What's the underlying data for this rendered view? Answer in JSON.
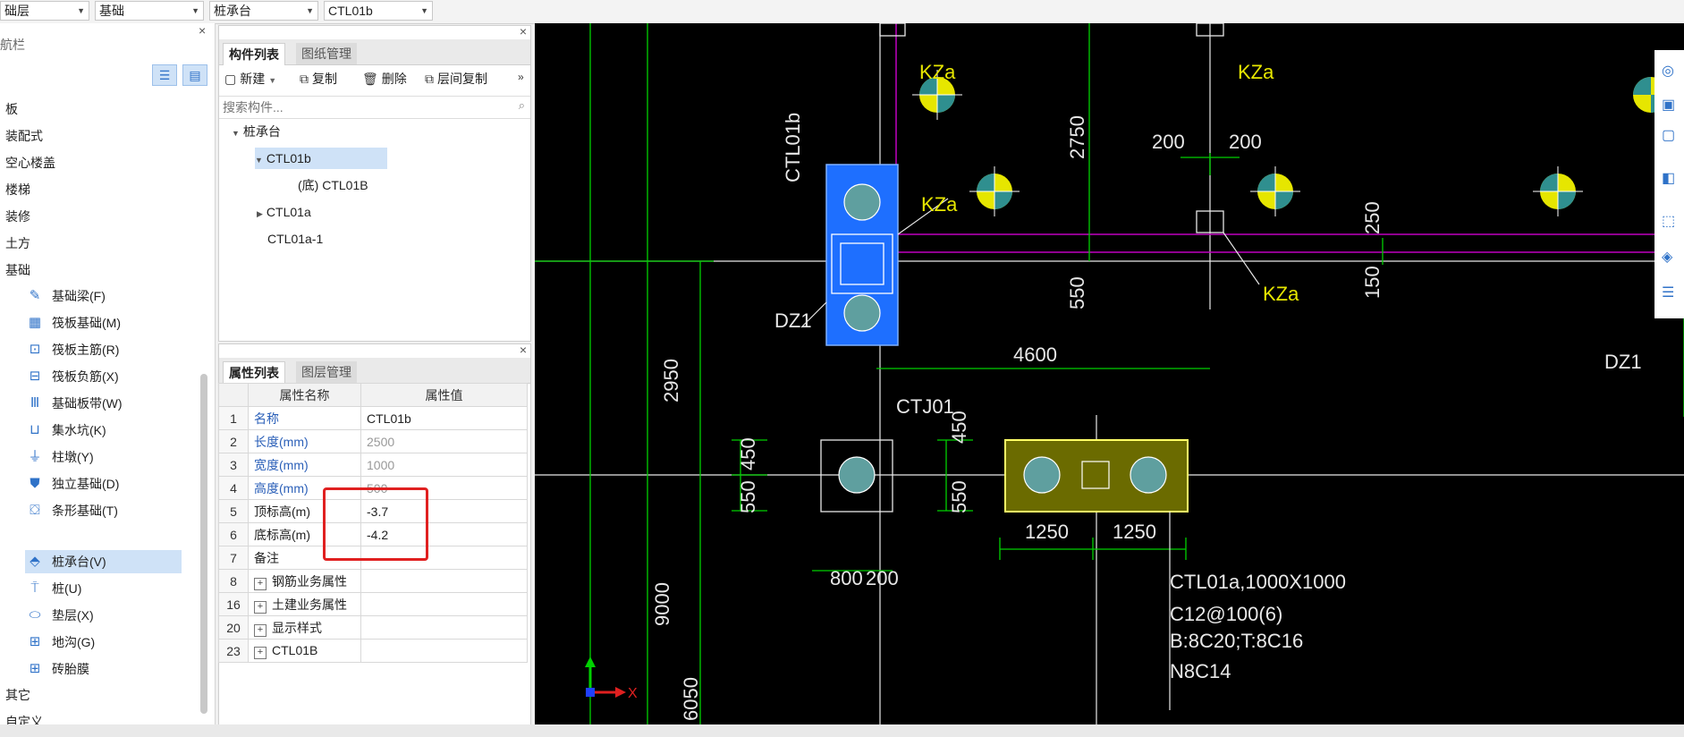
{
  "toolbar": {
    "dd_floor": "础层",
    "dd_category": "基础",
    "dd_type": "桩承台",
    "dd_component": "CTL01b"
  },
  "nav": {
    "title": "航栏",
    "items_top": [
      "板",
      "装配式",
      "空心楼盖",
      "楼梯",
      "装修",
      "土方",
      "基础"
    ],
    "sub_items": [
      {
        "label": "基础梁(F)",
        "icon": "beam-icon"
      },
      {
        "label": "筏板基础(M)",
        "icon": "raft-foundation-icon"
      },
      {
        "label": "筏板主筋(R)",
        "icon": "raft-main-rebar-icon"
      },
      {
        "label": "筏板负筋(X)",
        "icon": "raft-negative-rebar-icon"
      },
      {
        "label": "基础板带(W)",
        "icon": "foundation-strip-icon"
      },
      {
        "label": "集水坑(K)",
        "icon": "sump-icon"
      },
      {
        "label": "柱墩(Y)",
        "icon": "column-pier-icon"
      },
      {
        "label": "独立基础(D)",
        "icon": "isolated-footing-icon"
      },
      {
        "label": "条形基础(T)",
        "icon": "strip-footing-icon"
      },
      {
        "label": "桩承台(V)",
        "icon": "pile-cap-icon"
      },
      {
        "label": "桩(U)",
        "icon": "pile-icon"
      },
      {
        "label": "垫层(X)",
        "icon": "cushion-icon"
      },
      {
        "label": "地沟(G)",
        "icon": "trench-icon"
      },
      {
        "label": "砖胎膜",
        "icon": "brick-mold-icon"
      }
    ],
    "items_bottom": [
      "其它",
      "自定义"
    ]
  },
  "component_panel": {
    "tab_active": "构件列表",
    "tab_inactive": "图纸管理",
    "btn_new": "新建",
    "btn_copy": "复制",
    "btn_delete": "删除",
    "btn_floor_copy": "层间复制",
    "search_placeholder": "搜索构件...",
    "tree": {
      "root": "桩承台",
      "selected": "CTL01b",
      "child": "(底) CTL01B",
      "item2": "CTL01a",
      "item3": "CTL01a-1"
    }
  },
  "property_panel": {
    "tab_active": "属性列表",
    "tab_inactive": "图层管理",
    "col_name": "属性名称",
    "col_value": "属性值",
    "rows": [
      {
        "no": "1",
        "name": "名称",
        "value": "CTL01b"
      },
      {
        "no": "2",
        "name": "长度(mm)",
        "value": "2500"
      },
      {
        "no": "3",
        "name": "宽度(mm)",
        "value": "1000"
      },
      {
        "no": "4",
        "name": "高度(mm)",
        "value": "500"
      },
      {
        "no": "5",
        "name": "顶标高(m)",
        "value": "-3.7"
      },
      {
        "no": "6",
        "name": "底标高(m)",
        "value": "-4.2"
      },
      {
        "no": "7",
        "name": "备注",
        "value": ""
      },
      {
        "no": "8",
        "name": "钢筋业务属性",
        "value": ""
      },
      {
        "no": "16",
        "name": "土建业务属性",
        "value": ""
      },
      {
        "no": "20",
        "name": "显示样式",
        "value": ""
      },
      {
        "no": "23",
        "name": "CTL01B",
        "value": ""
      }
    ]
  },
  "cad": {
    "labels": {
      "kza": "KZa",
      "dz1": "DZ1",
      "ctl01b": "CTL01b",
      "ctj01": "CTJ01",
      "dim_2750": "2750",
      "dim_200": "200",
      "dim_250": "250",
      "dim_150": "150",
      "dim_550": "550",
      "dim_4600": "4600",
      "dim_2950": "2950",
      "dim_450": "450",
      "dim_800": "800",
      "dim_1250": "1250",
      "dim_9000": "9000",
      "dim_6050": "6050",
      "note1": "CTL01a,1000X1000",
      "note2": "C12@100(6)",
      "note3": "B:8C20;T:8C16",
      "note4": "N8C14",
      "axis_x": "X"
    }
  },
  "colors": {
    "selection_blue": "#1e6fff",
    "olive_cap": "#6b6b00",
    "cad_green": "#00d000",
    "cad_magenta": "#c000c0",
    "label_yellow": "#e6e600",
    "highlight_red": "#e02020"
  }
}
